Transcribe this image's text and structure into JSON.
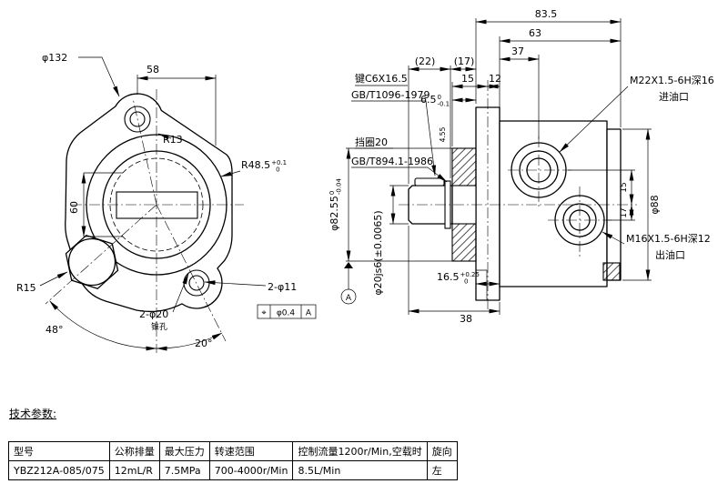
{
  "canvas": {
    "bg": "#ffffff",
    "ink": "#000000"
  },
  "front_view": {
    "labels": {
      "dia132": "φ132",
      "len58": "58",
      "r13": "R13",
      "r48_5": "R48.5",
      "r48_5_tol_hi": "+0.1",
      "r48_5_tol_lo": "0",
      "len60": "60",
      "r15": "R15",
      "angle48": "48°",
      "angle20": "20°",
      "holes_small": "2-φ11",
      "holes_large": "2-φ20",
      "holes_large_note": "锥孔",
      "gdt_symbol": "⌖",
      "gdt_tol": "φ0.4",
      "gdt_datum": "A"
    }
  },
  "side_view": {
    "labels": {
      "len83_5": "83.5",
      "len63": "63",
      "len37": "37",
      "len22": "(22)",
      "len17": "(17)",
      "len15": "15",
      "len12": "12",
      "len6_5": "6.5",
      "len6_5_tol_hi": "0",
      "len6_5_tol_lo": "-0.1",
      "key_spec": "键C6X16.5",
      "key_std": "GB/T1096-1979",
      "ring_spec": "挡圈20",
      "ring_std": "GB/T894.1-1986",
      "dia82_55": "φ82.55",
      "dia82_55_tol_hi": "0",
      "dia82_55_tol_lo": "-0.04",
      "shaft_dia": "φ20js6(±0.0065)",
      "datum": "A",
      "len4_55": "4.55",
      "len16_5": "16.5",
      "len16_5_tol_hi": "+0.25",
      "len16_5_tol_lo": "0",
      "len38": "38",
      "inlet_thread": "M22X1.5-6H深16",
      "inlet_name": "进油口",
      "dia88": "φ88",
      "port_dim_a": "15",
      "port_dim_b": "17",
      "outlet_thread": "M16X1.5-6H深12",
      "outlet_name": "出油口"
    }
  },
  "params": {
    "title": "技术参数:",
    "headers": [
      "型号",
      "公称排量",
      "最大压力",
      "转速范围",
      "控制流量1200r/Min,空载时",
      "旋向"
    ],
    "row": [
      "YBZ212A-085/075",
      "12mL/R",
      "7.5MPa",
      "700-4000r/Min",
      "8.5L/Min",
      "左"
    ]
  }
}
